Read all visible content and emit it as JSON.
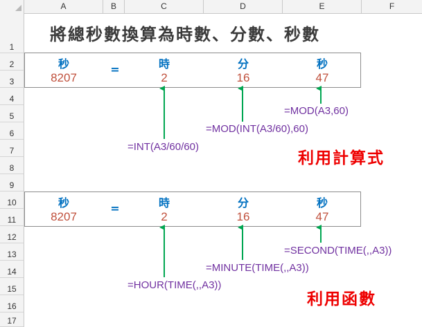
{
  "columns": [
    "A",
    "B",
    "C",
    "D",
    "E",
    "F"
  ],
  "rows": [
    "1",
    "2",
    "3",
    "4",
    "5",
    "6",
    "7",
    "8",
    "9",
    "10",
    "11",
    "12",
    "13",
    "14",
    "15",
    "16",
    "17"
  ],
  "title": "將總秒數換算為時數、分數、秒數",
  "colors": {
    "label": "#0070c0",
    "value": "#c0503c",
    "formula": "#7030a0",
    "method": "#ee0000",
    "arrow": "#00a651"
  },
  "table1": {
    "sec_label": "秒",
    "eq": "=",
    "hour_label": "時",
    "min_label": "分",
    "secs_label": "秒",
    "sec_value": "8207",
    "hour_value": "2",
    "min_value": "16",
    "secs_value": "47"
  },
  "formulas1": {
    "sec": "=MOD(A3,60)",
    "min": "=MOD(INT(A3/60),60)",
    "hour": "=INT(A3/60/60)"
  },
  "method1": "利用計算式",
  "table2": {
    "sec_label": "秒",
    "eq": "=",
    "hour_label": "時",
    "min_label": "分",
    "secs_label": "秒",
    "sec_value": "8207",
    "hour_value": "2",
    "min_value": "16",
    "secs_value": "47"
  },
  "formulas2": {
    "sec": "=SECOND(TIME(,,A3))",
    "min": "=MINUTE(TIME(,,A3))",
    "hour": "=HOUR(TIME(,,A3))"
  },
  "method2": "利用函數"
}
